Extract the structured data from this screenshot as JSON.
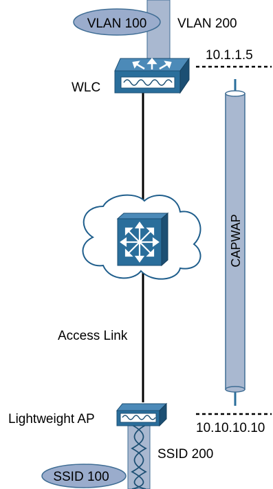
{
  "vlans": {
    "vlan100_label": "VLAN 100",
    "vlan200_label": "VLAN 200"
  },
  "devices": {
    "wlc_label": "WLC",
    "ap_label": "Lightweight AP"
  },
  "addresses": {
    "wlc_ip": "10.1.1.5",
    "ap_ip": "10.10.10.10"
  },
  "links": {
    "tunnel_label": "CAPWAP",
    "access_link_label": "Access Link"
  },
  "ssids": {
    "ssid100_label": "SSID 100",
    "ssid200_label": "SSID 200"
  },
  "colors": {
    "device_blue": "#2a6e9b",
    "device_dark": "#1c4f73",
    "tube_blue": "#a9b8d0",
    "tube_stroke": "#3f6d94",
    "vlan_ellipse": "#9aaccc",
    "cloud_stroke": "#1f5e8c"
  }
}
